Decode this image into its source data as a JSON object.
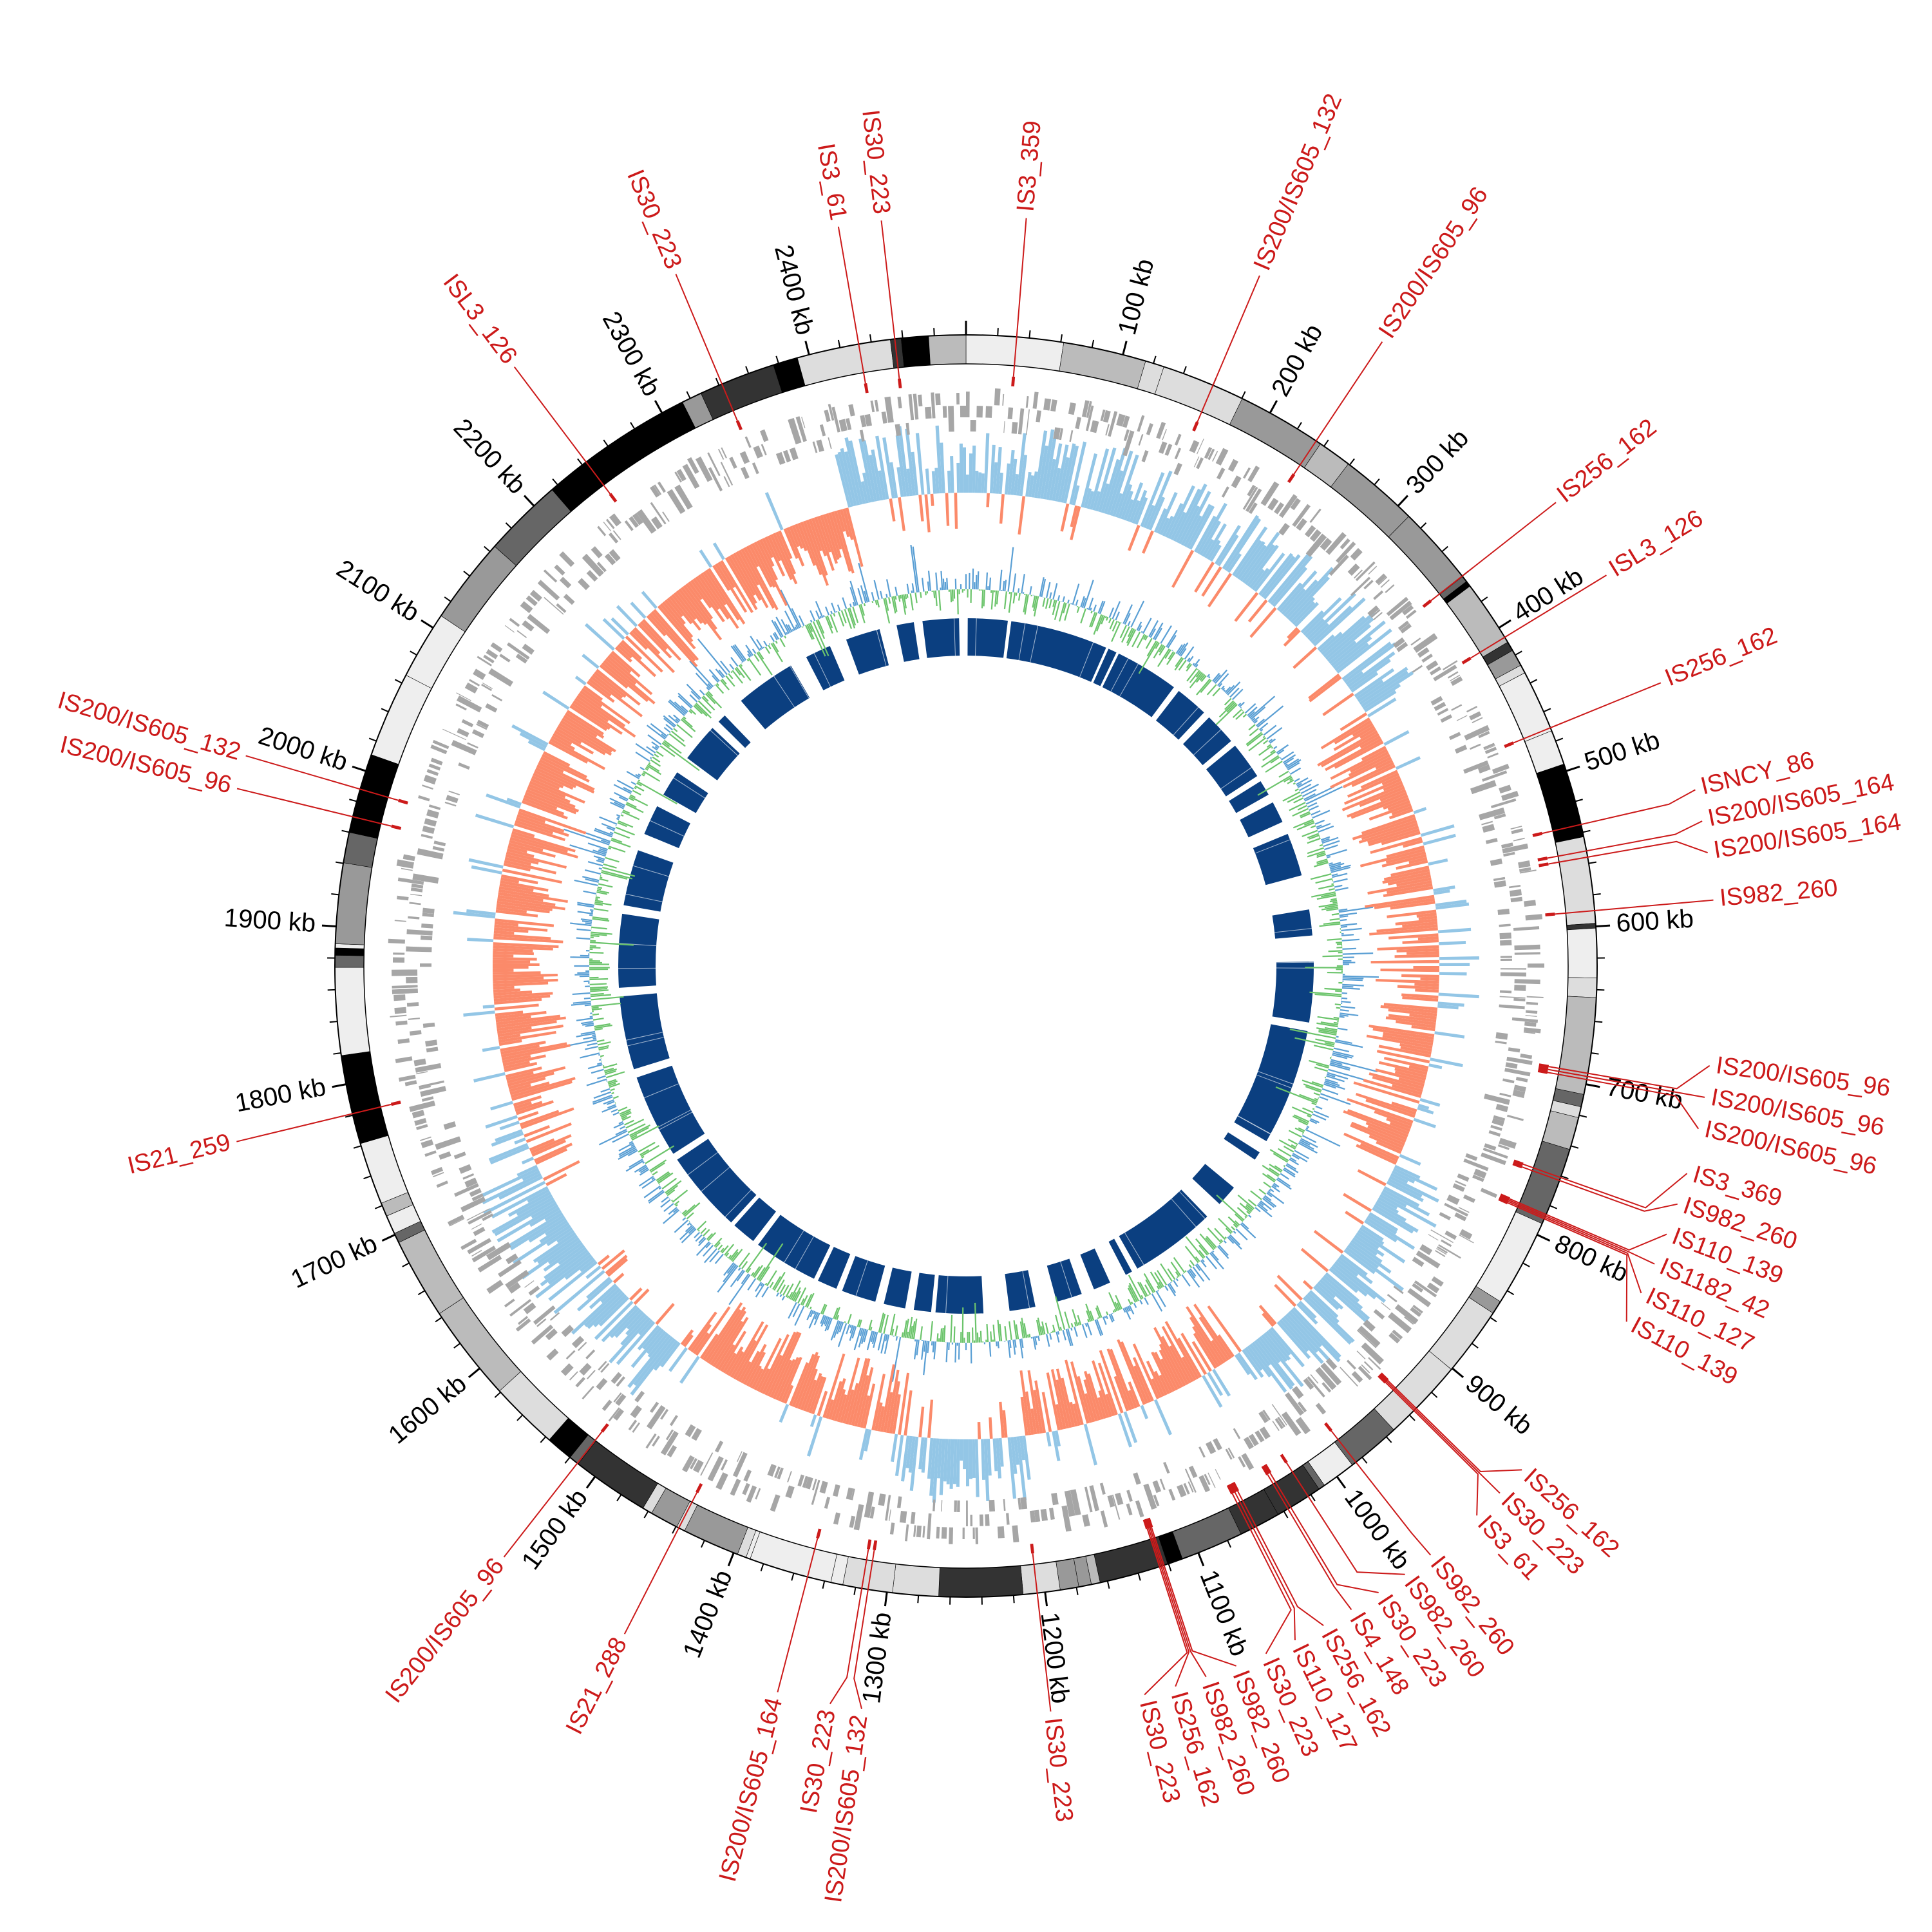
{
  "chart_data": {
    "type": "circular-genome",
    "genome_length_kb": 2500,
    "ticks": {
      "major_step_kb": 100,
      "minor_step_kb": 20,
      "labels": [
        {
          "kb": 100,
          "text": "100 kb"
        },
        {
          "kb": 200,
          "text": "200 kb"
        },
        {
          "kb": 300,
          "text": "300 kb"
        },
        {
          "kb": 400,
          "text": "400 kb"
        },
        {
          "kb": 500,
          "text": "500 kb"
        },
        {
          "kb": 600,
          "text": "600 kb"
        },
        {
          "kb": 700,
          "text": "700 kb"
        },
        {
          "kb": 800,
          "text": "800 kb"
        },
        {
          "kb": 900,
          "text": "900 kb"
        },
        {
          "kb": 1000,
          "text": "1000 kb"
        },
        {
          "kb": 1100,
          "text": "1100 kb"
        },
        {
          "kb": 1200,
          "text": "1200 kb"
        },
        {
          "kb": 1300,
          "text": "1300 kb"
        },
        {
          "kb": 1400,
          "text": "1400 kb"
        },
        {
          "kb": 1500,
          "text": "1500 kb"
        },
        {
          "kb": 1600,
          "text": "1600 kb"
        },
        {
          "kb": 1700,
          "text": "1700 kb"
        },
        {
          "kb": 1800,
          "text": "1800 kb"
        },
        {
          "kb": 1900,
          "text": "1900 kb"
        },
        {
          "kb": 2000,
          "text": "2000 kb"
        },
        {
          "kb": 2100,
          "text": "2100 kb"
        },
        {
          "kb": 2200,
          "text": "2200 kb"
        },
        {
          "kb": 2300,
          "text": "2300 kb"
        },
        {
          "kb": 2400,
          "text": "2400 kb"
        }
      ]
    },
    "is_elements": [
      {
        "label": "IS3_359",
        "kb": 32
      },
      {
        "label": "IS200/IS605_132",
        "kb": 160
      },
      {
        "label": "IS200/IS605_96",
        "kb": 234
      },
      {
        "label": "IS256_162",
        "kb": 360
      },
      {
        "label": "ISL3_126",
        "kb": 407
      },
      {
        "label": "IS256_162",
        "kb": 471
      },
      {
        "label": "ISNCY_86",
        "kb": 535
      },
      {
        "label": "IS200/IS605_164",
        "kb": 552
      },
      {
        "label": "IS200/IS605_164",
        "kb": 556
      },
      {
        "label": "IS982_260",
        "kb": 590
      },
      {
        "label": "IS200/IS605_96",
        "kb": 693
      },
      {
        "label": "IS200/IS605_96",
        "kb": 695
      },
      {
        "label": "IS200/IS605_96",
        "kb": 697
      },
      {
        "label": "IS3_369",
        "kb": 761
      },
      {
        "label": "IS982_260",
        "kb": 763
      },
      {
        "label": "IS110_139",
        "kb": 786
      },
      {
        "label": "IS1182_42",
        "kb": 787
      },
      {
        "label": "IS110_127",
        "kb": 788
      },
      {
        "label": "IS110_139",
        "kb": 789
      },
      {
        "label": "IS256_162",
        "kb": 934
      },
      {
        "label": "IS30_223",
        "kb": 935
      },
      {
        "label": "IS3_61",
        "kb": 936
      },
      {
        "label": "IS982_260",
        "kb": 985
      },
      {
        "label": "IS982_260",
        "kb": 1022
      },
      {
        "label": "IS30_223",
        "kb": 1035
      },
      {
        "label": "IS4_148",
        "kb": 1037
      },
      {
        "label": "IS256_162",
        "kb": 1060
      },
      {
        "label": "IS110_127",
        "kb": 1062
      },
      {
        "label": "IS30_223",
        "kb": 1064
      },
      {
        "label": "IS982_260",
        "kb": 1123
      },
      {
        "label": "IS982_260",
        "kb": 1124
      },
      {
        "label": "IS256_162",
        "kb": 1125
      },
      {
        "label": "IS30_223",
        "kb": 1126
      },
      {
        "label": "IS30_223",
        "kb": 1205
      },
      {
        "label": "IS200/IS605_132",
        "kb": 1312
      },
      {
        "label": "IS30_223",
        "kb": 1316
      },
      {
        "label": "IS200/IS605_164",
        "kb": 1351
      },
      {
        "label": "IS21_288",
        "kb": 1438
      },
      {
        "label": "IS200/IS605_96",
        "kb": 1514
      },
      {
        "label": "IS21_259",
        "kb": 1781
      },
      {
        "label": "IS200/IS605_96",
        "kb": 1970
      },
      {
        "label": "IS200/IS605_132",
        "kb": 1988
      },
      {
        "label": "ISL3_126",
        "kb": 2243
      },
      {
        "label": "IS30_223",
        "kb": 2342
      },
      {
        "label": "IS3_61",
        "kb": 2432
      },
      {
        "label": "IS30_223",
        "kb": 2455
      }
    ],
    "gc_skew_sign_per_100kb": [
      1,
      1,
      1,
      1,
      -1,
      -1,
      -1,
      -1,
      1,
      1,
      -1,
      -1,
      1,
      -1,
      -1,
      1,
      1,
      -1,
      -1,
      -1,
      -1,
      -1,
      -1,
      -1,
      1
    ],
    "inner_blocks_kb": [
      [
        2,
        48
      ],
      [
        52,
        165
      ],
      [
        168,
        178
      ],
      [
        181,
        255
      ],
      [
        262,
        300
      ],
      [
        308,
        345
      ],
      [
        352,
        395
      ],
      [
        402,
        420
      ],
      [
        430,
        455
      ],
      [
        470,
        520
      ],
      [
        560,
        590
      ],
      [
        620,
        690
      ],
      [
        700,
        835
      ],
      [
        850,
        860
      ],
      [
        900,
        925
      ],
      [
        945,
        1045
      ],
      [
        1052,
        1060
      ],
      [
        1080,
        1100
      ],
      [
        1115,
        1145
      ],
      [
        1170,
        1200
      ],
      [
        1230,
        1285
      ],
      [
        1290,
        1310
      ],
      [
        1320,
        1345
      ],
      [
        1355,
        1395
      ],
      [
        1402,
        1425
      ],
      [
        1430,
        1505
      ],
      [
        1512,
        1540
      ],
      [
        1545,
        1640
      ],
      [
        1648,
        1745
      ],
      [
        1755,
        1840
      ],
      [
        1850,
        1935
      ],
      [
        1945,
        2010
      ],
      [
        2030,
        2065
      ],
      [
        2080,
        2110
      ],
      [
        2130,
        2175
      ],
      [
        2185,
        2195
      ],
      [
        2220,
        2290
      ],
      [
        2310,
        2340
      ],
      [
        2360,
        2400
      ],
      [
        2420,
        2440
      ],
      [
        2450,
        2492
      ]
    ],
    "colors": {
      "is_marker": "#cc1a1a",
      "gene_feature": "#a6a6a6",
      "gc_skew_positive": "#93c6e6",
      "gc_skew_negative": "#fb8a6a",
      "gc_content_high": "#5a9fd4",
      "gc_content_low": "#6cc46c",
      "inner_block": "#0b3f80"
    }
  }
}
